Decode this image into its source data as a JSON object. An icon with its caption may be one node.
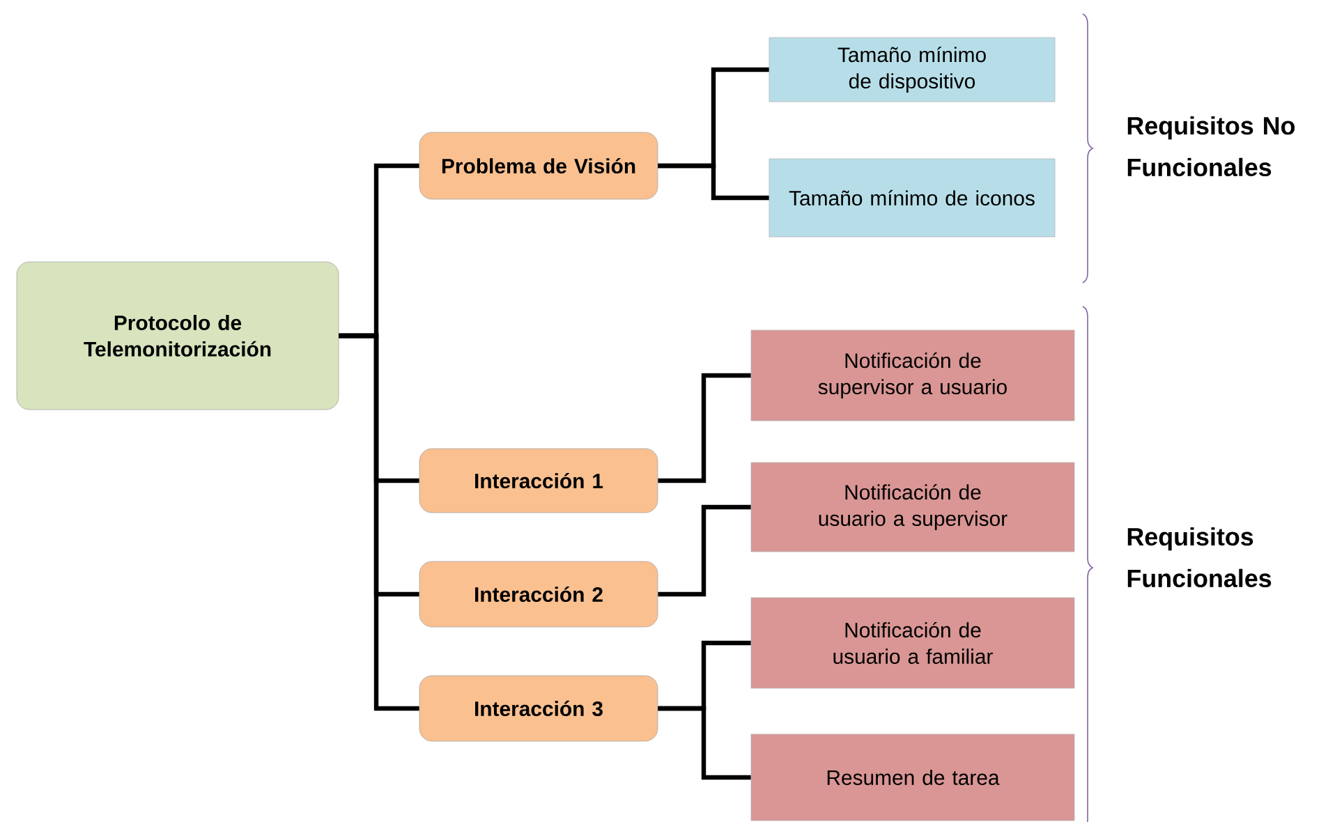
{
  "diagram": {
    "nodes": [
      {
        "text": [
          "Protocolo de Telemonitorización"
        ]
      },
      {
        "text": [
          "Problema de Visión"
        ]
      },
      {
        "text": [
          "Interacción 1"
        ]
      },
      {
        "text": [
          "Interacción 2"
        ]
      },
      {
        "text": [
          "Interacción 3"
        ]
      },
      {
        "text": [
          "Tamaño mínimo de dispositivo"
        ]
      },
      {
        "text": [
          "Tamaño mínimo de iconos"
        ]
      },
      {
        "text": [
          "Notificación de supervisor a usuario"
        ]
      },
      {
        "text": [
          "Notificación de usuario a supervisor"
        ]
      },
      {
        "text": [
          "Notificación de usuario a familiar"
        ]
      },
      {
        "text": [
          "Resumen de tarea"
        ]
      }
    ],
    "edges": [
      {
        "from": 0,
        "to": 1,
        "arrow": "none"
      },
      {
        "from": 0,
        "to": 2,
        "arrow": "none"
      },
      {
        "from": 0,
        "to": 3,
        "arrow": "none"
      },
      {
        "from": 0,
        "to": 4,
        "arrow": "none"
      },
      {
        "from": 1,
        "to": 5,
        "arrow": "none"
      },
      {
        "from": 1,
        "to": 6,
        "arrow": "none"
      },
      {
        "from": 2,
        "to": 7,
        "arrow": "none"
      },
      {
        "from": 3,
        "to": 8,
        "arrow": "none"
      },
      {
        "from": 4,
        "to": 9,
        "arrow": "none"
      },
      {
        "from": 4,
        "to": 10,
        "arrow": "none"
      }
    ],
    "labels": [
      "Requisitos No Funcionales",
      "Requisitos Funcionales"
    ]
  }
}
